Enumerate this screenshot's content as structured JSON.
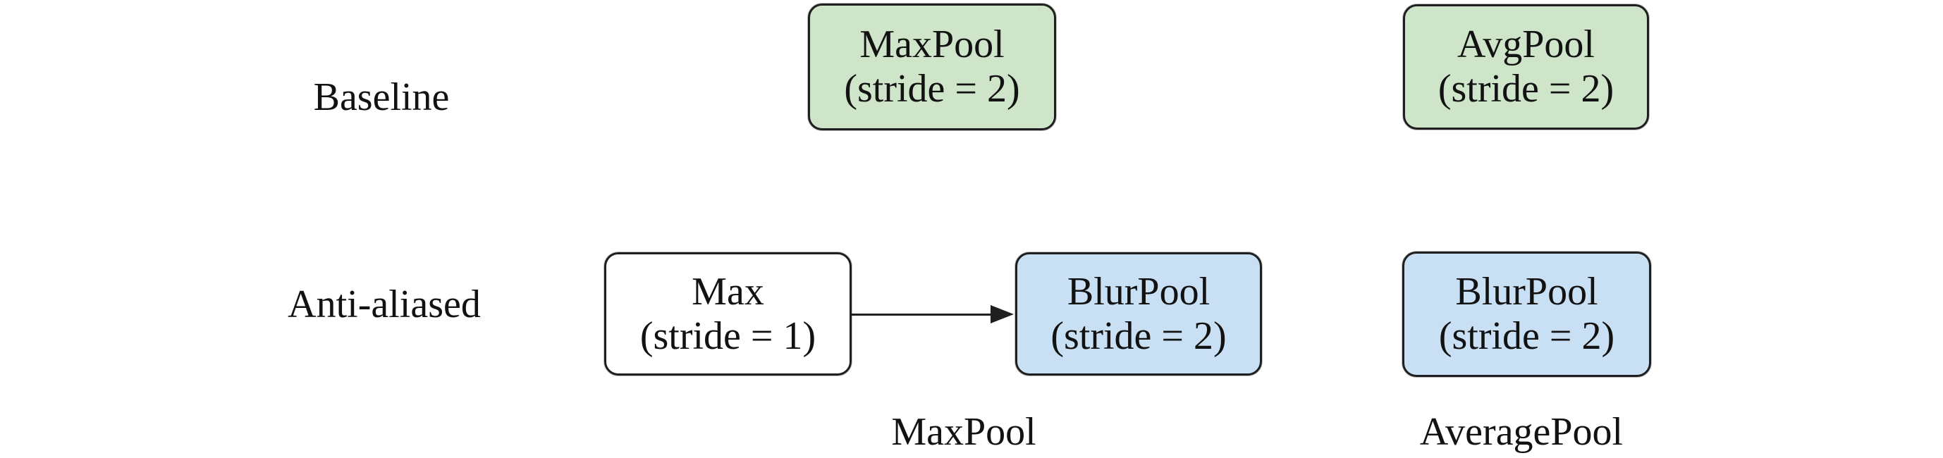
{
  "diagram": {
    "row_labels": {
      "baseline": "Baseline",
      "anti_aliased": "Anti-aliased"
    },
    "nodes": {
      "maxpool_baseline": {
        "line1": "MaxPool",
        "line2": "(stride = 2)"
      },
      "avgpool_baseline": {
        "line1": "AvgPool",
        "line2": "(stride = 2)"
      },
      "max_antialiased": {
        "line1": "Max",
        "line2": "(stride = 1)"
      },
      "blurpool_maxpool_column": {
        "line1": "BlurPool",
        "line2": "(stride = 2)"
      },
      "blurpool_averagepool_column": {
        "line1": "BlurPool",
        "line2": "(stride = 2)"
      }
    },
    "captions": {
      "left_column": "MaxPool",
      "right_column": "AveragePool"
    },
    "colors": {
      "background": "#ffffff",
      "baseline_node_fill": "#cfe5ca",
      "antialiased_node_fill": "#c9e0f4",
      "plain_node_fill": "#ffffff",
      "node_border": "#1f1f1f",
      "arrow": "#1f1f1f",
      "text": "#121212"
    }
  }
}
